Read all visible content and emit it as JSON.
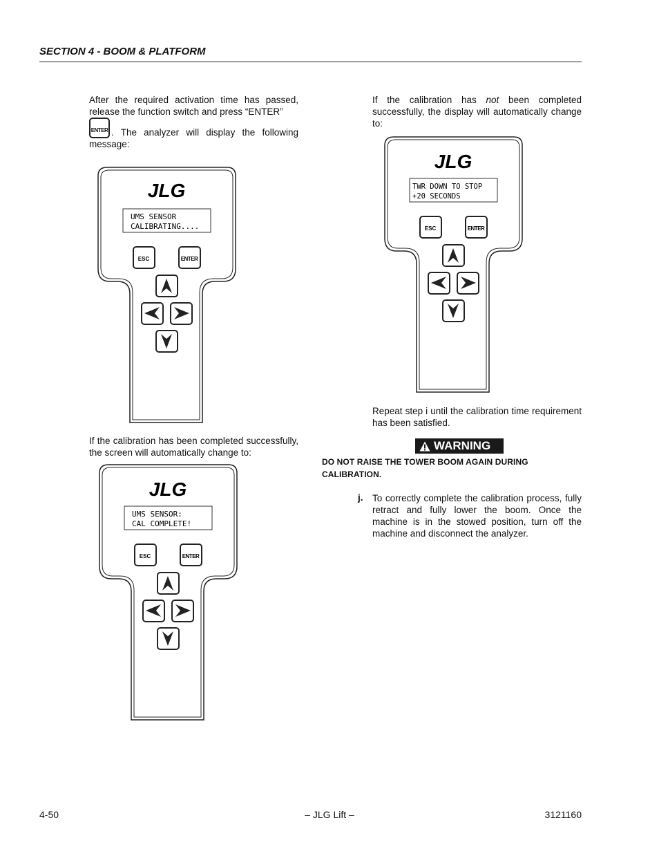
{
  "header": {
    "section": "SECTION 4 - BOOM & PLATFORM"
  },
  "left": {
    "para1_a": "After the required activation time has passed, release the function switch and press “ENTER”",
    "para1_b": ". The analyzer will display the following message:",
    "enter_icon_label": "ENTER",
    "device1": {
      "logo": "JLG",
      "line1": "UMS SENSOR",
      "line2": "CALIBRATING....",
      "esc": "ESC",
      "enter": "ENTER"
    },
    "para2": "If the calibration has been completed successfully, the screen will automatically change to:",
    "device2": {
      "logo": "JLG",
      "line1": "UMS SENSOR:",
      "line2": "CAL COMPLETE!",
      "esc": "ESC",
      "enter": "ENTER"
    }
  },
  "right": {
    "para1_pre": "If the calibration has ",
    "para1_em": "not",
    "para1_post": " been completed successfully, the display will automatically change to:",
    "device3": {
      "logo": "JLG",
      "line1": "TWR DOWN TO STOP",
      "line2": "+20 SECONDS",
      "esc": "ESC",
      "enter": "ENTER"
    },
    "para2": "Repeat step i until the calibration time requirement has been satisfied.",
    "warning_label": "WARNING",
    "warning_text": "DO NOT RAISE THE TOWER BOOM AGAIN DURING CALIBRATION.",
    "step_label": "j.",
    "step_text": "To correctly complete the calibration process, fully retract and fully lower the boom. Once the machine is in the stowed position, turn off the machine and disconnect the analyzer."
  },
  "footer": {
    "page": "4-50",
    "center": "– JLG Lift –",
    "doc": "3121160"
  }
}
